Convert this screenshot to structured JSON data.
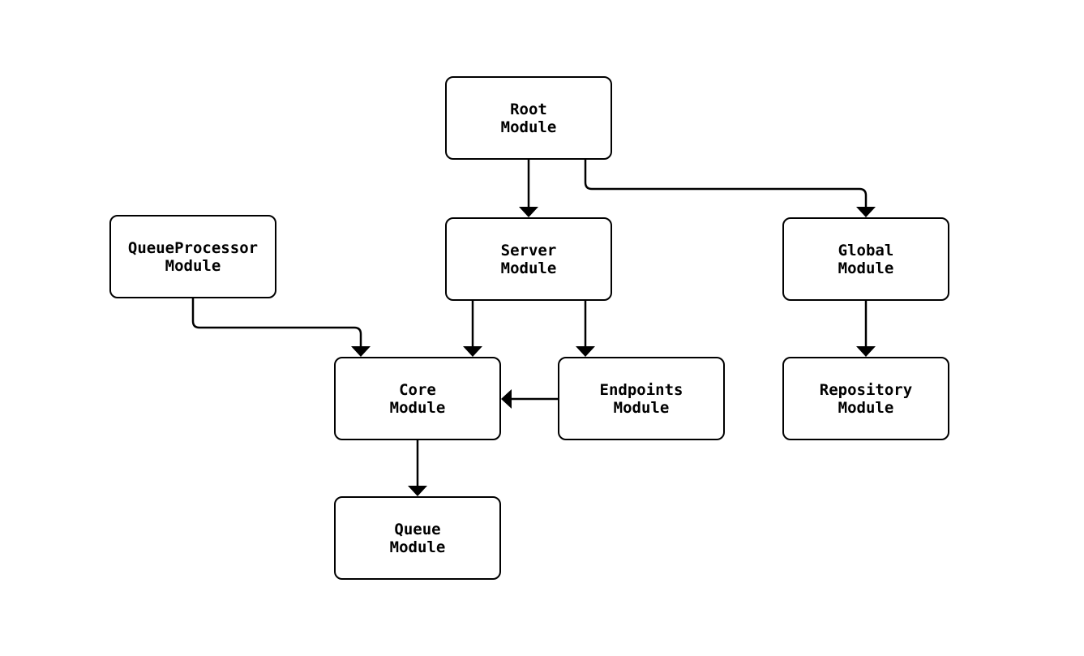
{
  "diagram_type": "flowchart",
  "colors": {
    "background": "#ffffff",
    "node_fill": "#ffffff",
    "node_border": "#000000",
    "edge": "#000000",
    "text": "#000000"
  },
  "nodes": [
    {
      "id": "root",
      "line1": "Root",
      "line2": "Module"
    },
    {
      "id": "queue_processor",
      "line1": "QueueProcessor",
      "line2": "Module"
    },
    {
      "id": "server",
      "line1": "Server",
      "line2": "Module"
    },
    {
      "id": "global",
      "line1": "Global",
      "line2": "Module"
    },
    {
      "id": "core",
      "line1": "Core",
      "line2": "Module"
    },
    {
      "id": "endpoints",
      "line1": "Endpoints",
      "line2": "Module"
    },
    {
      "id": "repository",
      "line1": "Repository",
      "line2": "Module"
    },
    {
      "id": "queue",
      "line1": "Queue",
      "line2": "Module"
    }
  ],
  "edges": [
    {
      "from": "Root Module",
      "to": "Server Module"
    },
    {
      "from": "Root Module",
      "to": "Global Module"
    },
    {
      "from": "QueueProcessor Module",
      "to": "Core Module"
    },
    {
      "from": "Server Module",
      "to": "Core Module"
    },
    {
      "from": "Server Module",
      "to": "Endpoints Module"
    },
    {
      "from": "Endpoints Module",
      "to": "Core Module"
    },
    {
      "from": "Global Module",
      "to": "Repository Module"
    },
    {
      "from": "Core Module",
      "to": "Queue Module"
    }
  ]
}
